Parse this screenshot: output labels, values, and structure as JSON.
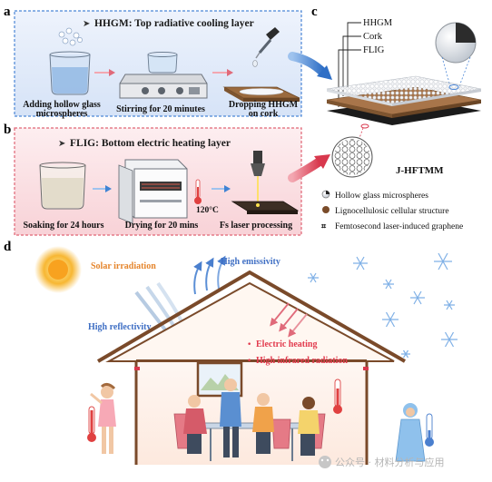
{
  "panel_a": {
    "letter": "a",
    "title": "HHGM: Top radiative cooling layer",
    "steps": [
      "Adding hollow glass",
      "microspheres",
      "Stirring for 20 minutes",
      "Dropping HHGM",
      "on cork"
    ]
  },
  "panel_b": {
    "letter": "b",
    "title": "FLIG: Bottom electric heating layer",
    "temp": "120°C",
    "steps": [
      "Soaking  for 24 hours",
      "Drying for 20 mins",
      "Fs laser processing"
    ]
  },
  "panel_c": {
    "letter": "c",
    "layers": [
      "HHGM",
      "Cork",
      "FLIG"
    ],
    "name": "J-HFTMM",
    "legend": [
      "Hollow glass microspheres",
      "Lignocellulosic cellular structure",
      "Femtosecond laser-induced graphene"
    ]
  },
  "panel_d": {
    "letter": "d",
    "solar": "Solar irradiation",
    "emissivity": "High emissivity",
    "reflectivity": "High reflectivity",
    "heating": [
      "Electric heating",
      "High infrared radiation"
    ]
  },
  "watermark": "公众号 · 材料分析与应用",
  "colors": {
    "panel_a_bg": "#e3ecfa",
    "panel_a_border": "#4b86d6",
    "panel_b_bg": "#fbe3e6",
    "panel_b_border": "#e06575",
    "flow_arrow": "#3f83d4",
    "heat_arrow": "#e45b6a",
    "solar": "#e5852c",
    "emissivity": "#3f6fc4",
    "heating_text": "#e23b4e"
  }
}
